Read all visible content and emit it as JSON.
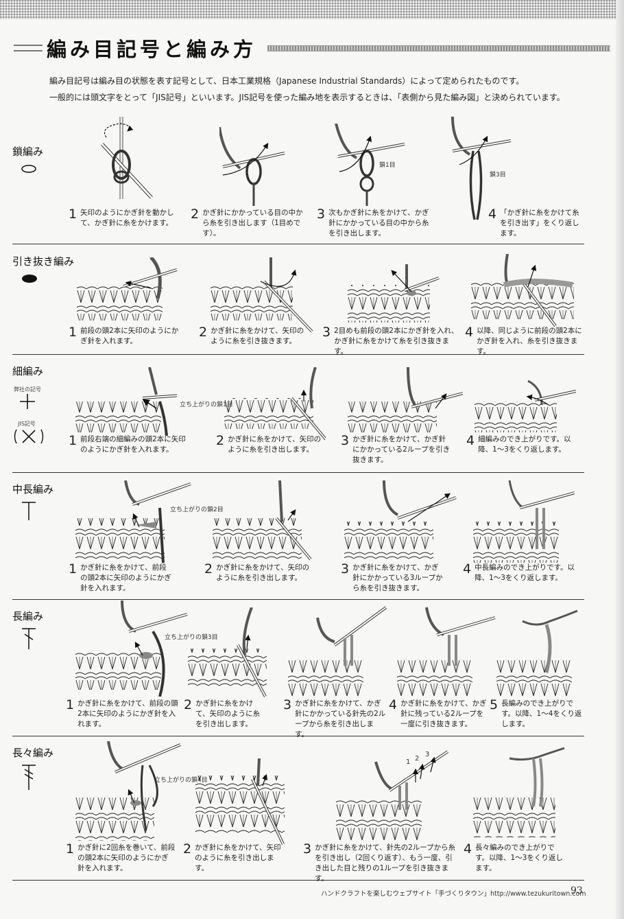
{
  "page": {
    "title": "編み目記号と編み方",
    "intro_line1": "編み目記号は編み目の状態を表す記号として、日本工業規格（Japanese Industrial Standards）によって定められたものです。",
    "intro_line2": "一般的には頭文字をとって「JIS記号」といいます。JIS記号を使った編み地を表示するときは、「表側から見た編み図」と決められています。",
    "footer_text": "ハンドクラフトを楽しむウェブサイト「手づくりタウン」http://www.tezukuritown.com",
    "page_number": "93"
  },
  "sections": [
    {
      "title": "鎖編み",
      "symbol": "chain-oval",
      "steps": [
        {
          "num": "1",
          "text": "矢印のようにかぎ針を動かして、かぎ針に糸をかけます。"
        },
        {
          "num": "2",
          "text": "かぎ針にかかっている目の中から糸を引き出します（1目めです）。"
        },
        {
          "num": "3",
          "text": "次もかぎ針に糸をかけて、かぎ針にかかっている目の中から糸を引き出します。"
        },
        {
          "num": "4",
          "text": "「かぎ針に糸をかけて糸を引き出す」をくり返します。"
        }
      ],
      "notes": [
        "鎖1目",
        "鎖3目"
      ]
    },
    {
      "title": "引き抜き編み",
      "symbol": "filled-oval",
      "steps": [
        {
          "num": "1",
          "text": "前段の頭2本に矢印のようにかぎ針を入れます。"
        },
        {
          "num": "2",
          "text": "かぎ針に糸をかけて、矢印のように糸を引き抜きます。"
        },
        {
          "num": "3",
          "text": "2目めも前段の頭2本にかぎ針を入れ、かぎ針に糸をかけて糸を引き抜きます。"
        },
        {
          "num": "4",
          "text": "以降、同じように前段の頭2本にかぎ針を入れ、糸を引き抜きます。"
        }
      ]
    },
    {
      "title": "細編み",
      "symbol": "plus-and-x",
      "symbol_label_company": "弊社の記号",
      "symbol_label_jis": "JIS記号",
      "jis_symbol_text": "（×）",
      "steps": [
        {
          "num": "1",
          "text": "前段右端の細編みの頭2本に矢印のようにかぎ針を入れます。"
        },
        {
          "num": "2",
          "text": "かぎ針に糸をかけて、矢印のように糸を引き出します。"
        },
        {
          "num": "3",
          "text": "かぎ針に糸をかけて、かぎ針にかかっている2ループを引き抜きます。"
        },
        {
          "num": "4",
          "text": "細編みのでき上がりです。以降、1〜3をくり返します。"
        }
      ],
      "notes": [
        "立ち上がりの鎖1目"
      ]
    },
    {
      "title": "中長編み",
      "symbol": "t-bar",
      "steps": [
        {
          "num": "1",
          "text": "かぎ針に糸をかけて、前段の頭2本に矢印のようにかぎ針を入れます。"
        },
        {
          "num": "2",
          "text": "かぎ針に糸をかけて、矢印のように糸を引き出します。"
        },
        {
          "num": "3",
          "text": "かぎ針に糸をかけて、かぎ針にかかっている3ループから糸を引き抜きます。"
        },
        {
          "num": "4",
          "text": "中長編みのでき上がりです。以降、1〜3をくり返します。"
        }
      ],
      "notes": [
        "立ち上がりの鎖2目"
      ]
    },
    {
      "title": "長編み",
      "symbol": "t-bar-one-slash",
      "steps": [
        {
          "num": "1",
          "text": "かぎ針に糸をかけて、前段の頭2本に矢印のようにかぎ針を入れます。"
        },
        {
          "num": "2",
          "text": "かぎ針に糸をかけて、矢印のように糸を引き出します。"
        },
        {
          "num": "3",
          "text": "かぎ針に糸をかけて、かぎ針にかかっている針先の2ループから糸を引き出します。"
        },
        {
          "num": "4",
          "text": "かぎ針に糸をかけて、かぎ針に残っている2ループを一度に引き抜きます。"
        },
        {
          "num": "5",
          "text": "長編みのでき上がりです。以降、1〜4をくり返します。"
        }
      ],
      "notes": [
        "立ち上がりの鎖3目"
      ]
    },
    {
      "title": "長々編み",
      "symbol": "t-bar-two-slash",
      "steps": [
        {
          "num": "1",
          "text": "かぎ針に2回糸を巻いて、前段の頭2本に矢印のようにかぎ針を入れます。"
        },
        {
          "num": "2",
          "text": "かぎ針に糸をかけて、矢印のように糸を引き出します。"
        },
        {
          "num": "3",
          "text": "かぎ針に糸をかけて、針先の2ループから糸を引き出し（2回くり返す）、もう一度、引き出した目と残りの1ループを引き抜きます。"
        },
        {
          "num": "4",
          "text": "長々編みのでき上がりです。以降、1〜3をくり返します。"
        }
      ],
      "notes": [
        "立ち上がりの鎖4目"
      ],
      "loop_labels": [
        "1",
        "2",
        "3"
      ]
    }
  ]
}
